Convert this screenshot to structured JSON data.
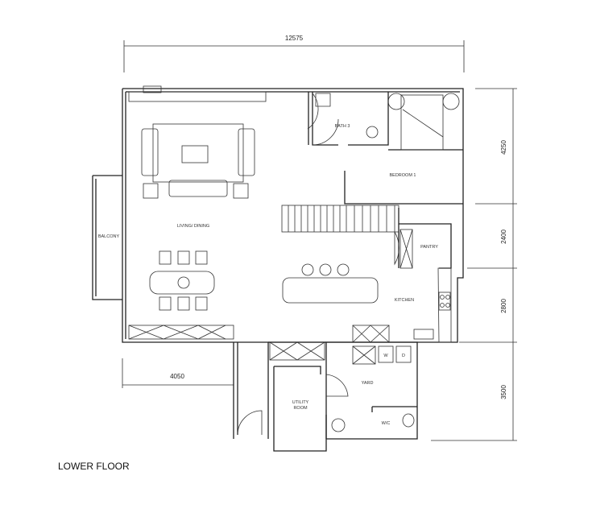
{
  "plan_title": "LOWER FLOOR",
  "rooms": {
    "living_dining": "LIVING/ DINING",
    "balcony": "BALCONY",
    "bath3": "BATH 3",
    "bedroom1": "BEDROOM 1",
    "pantry": "PANTRY",
    "kitchen": "KITCHEN",
    "yard": "YARD",
    "utility_line1": "UTILITY",
    "utility_line2": "ROOM",
    "wc": "W/C"
  },
  "appliances": {
    "washer": "W",
    "dryer": "D"
  },
  "dimensions": {
    "top_width": "12575",
    "left_bottom": "4050",
    "right": [
      "4250",
      "2400",
      "2800",
      "3500"
    ]
  }
}
